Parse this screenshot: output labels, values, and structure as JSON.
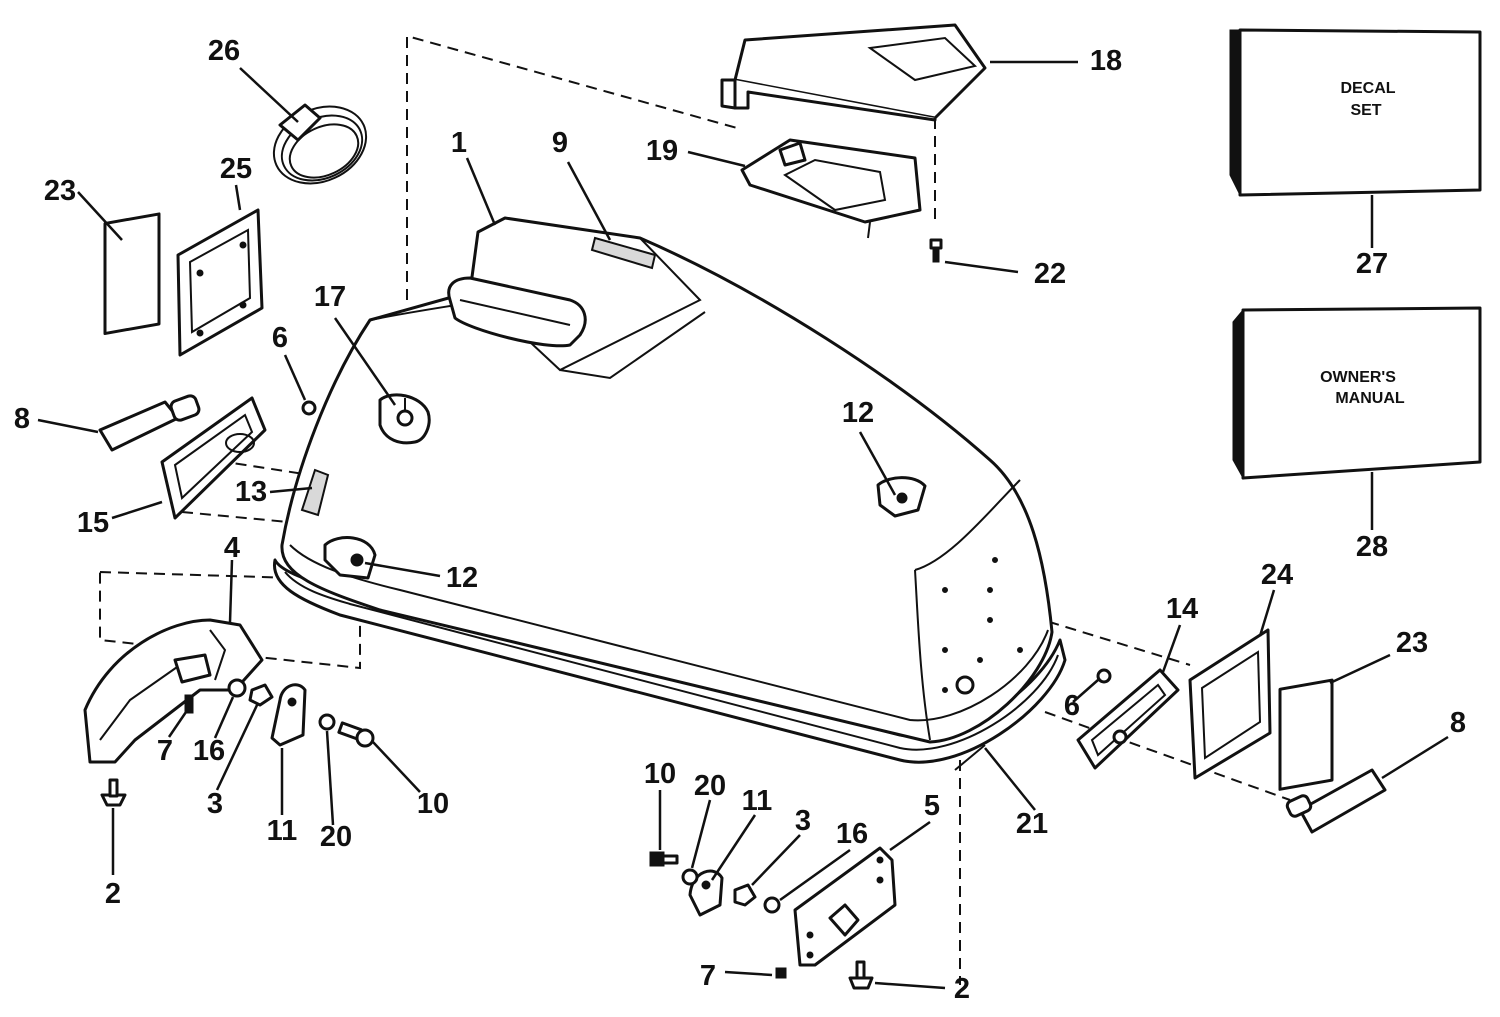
{
  "callouts": {
    "c1": "1",
    "c2a": "2",
    "c2b": "2",
    "c3a": "3",
    "c3b": "3",
    "c4": "4",
    "c5": "5",
    "c6a": "6",
    "c6b": "6",
    "c7a": "7",
    "c7b": "7",
    "c8a": "8",
    "c8b": "8",
    "c9": "9",
    "c10a": "10",
    "c10b": "10",
    "c11a": "11",
    "c11b": "11",
    "c12a": "12",
    "c12b": "12",
    "c13": "13",
    "c14": "14",
    "c15": "15",
    "c16a": "16",
    "c16b": "16",
    "c17": "17",
    "c18": "18",
    "c19": "19",
    "c20a": "20",
    "c20b": "20",
    "c21": "21",
    "c22": "22",
    "c23a": "23",
    "c23b": "23",
    "c24": "24",
    "c25": "25",
    "c26": "26",
    "c27": "27",
    "c28": "28"
  },
  "boxes": {
    "decal_line1": "DECAL",
    "decal_line2": "SET",
    "manual_line1": "OWNER'S",
    "manual_line2": "MANUAL"
  }
}
